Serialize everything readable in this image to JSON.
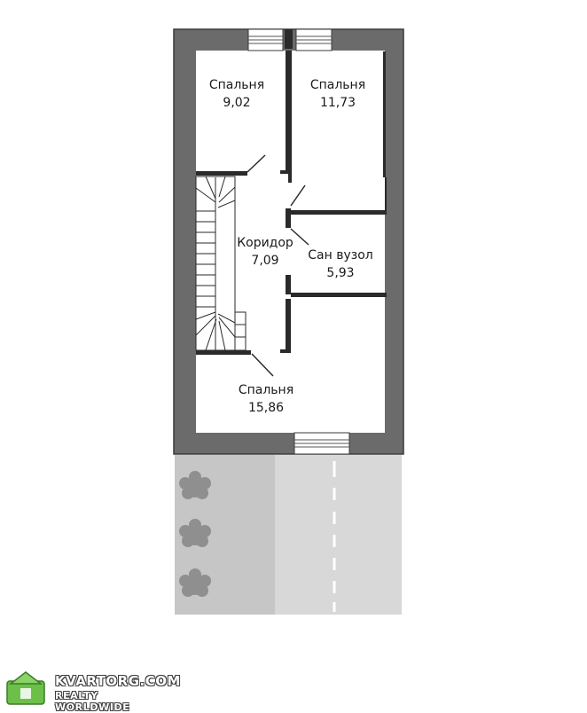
{
  "rooms": [
    {
      "name": "Спальня",
      "area": "9,02"
    },
    {
      "name": "Спальня",
      "area": "11,73"
    },
    {
      "name": "Коридор",
      "area": "7,09"
    },
    {
      "name": "Сан вузол",
      "area": "5,93"
    },
    {
      "name": "Спальня",
      "area": "15,86"
    }
  ],
  "watermark": {
    "site": "KVARTORG.COM",
    "tagline": "REALTY WORLDWIDE"
  },
  "colors": {
    "wall": "#6b6b6b",
    "line": "#2a2a2a",
    "yard_left": "#c6c6c6",
    "yard_right": "#d8d8d8",
    "tree": "#8f8f8f",
    "logo_green": "#6cc04a"
  }
}
